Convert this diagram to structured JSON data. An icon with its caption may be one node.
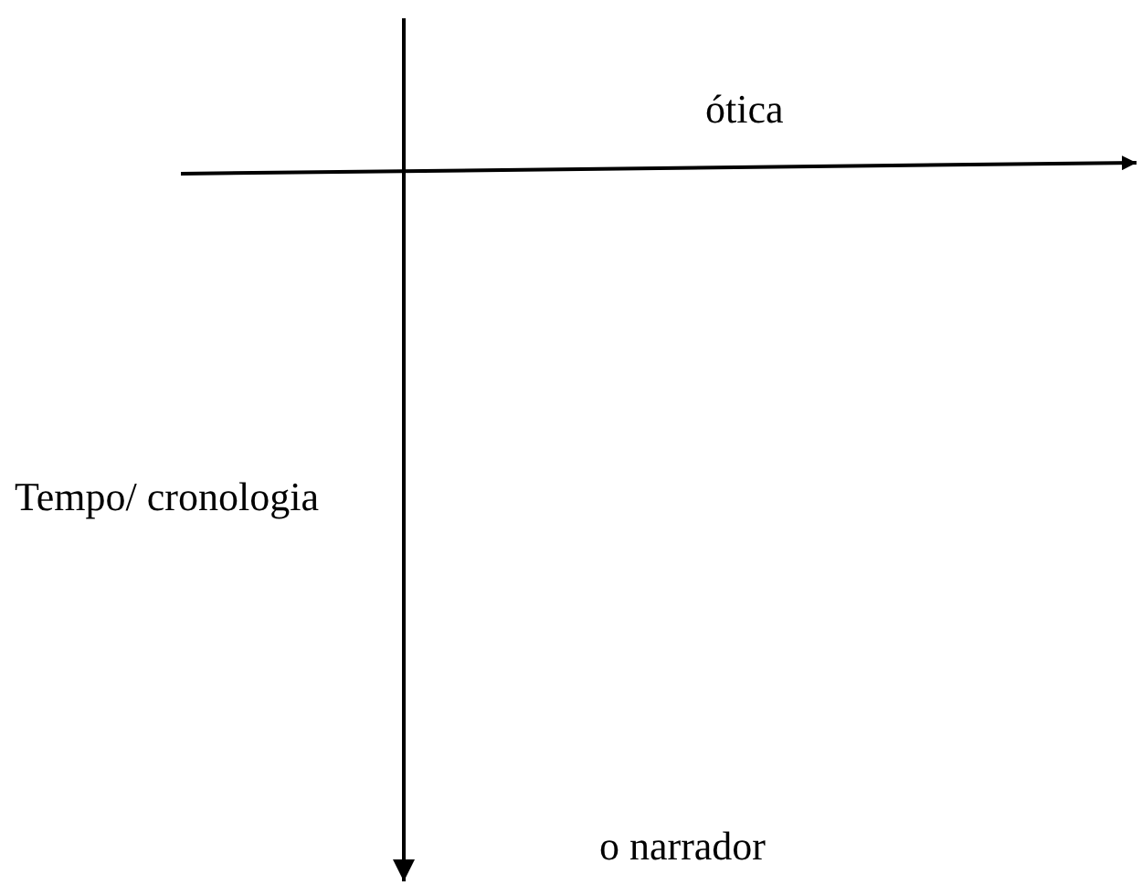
{
  "diagram": {
    "labels": [
      "ótica",
      "Tempo/ cronologia",
      "o narrador"
    ]
  }
}
